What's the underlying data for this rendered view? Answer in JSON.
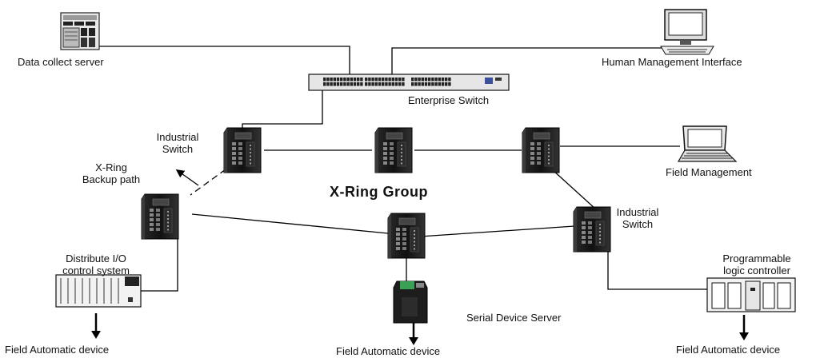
{
  "diagram": {
    "labels": {
      "data_collect_server": "Data collect server",
      "human_management_interface": "Human Management Interface",
      "enterprise_switch": "Enterprise Switch",
      "industrial_switch_left_l1": "Industrial",
      "industrial_switch_left_l2": "Switch",
      "xring_backup_l1": "X-Ring",
      "xring_backup_l2": "Backup path",
      "xring_group": "X-Ring Group",
      "field_management": "Field Management",
      "industrial_switch_right_l1": "Industrial",
      "industrial_switch_right_l2": "Switch",
      "distribute_io_l1": "Distribute I/O",
      "distribute_io_l2": "control system",
      "programmable_l1": "Programmable",
      "programmable_l2": "logic controller",
      "serial_device_server": "Serial Device Server",
      "field_automatic_left": "Field Automatic device",
      "field_automatic_center": "Field Automatic device",
      "field_automatic_right": "Field Automatic device"
    },
    "devices": [
      {
        "id": "data-collect-server",
        "icon": "server-icon"
      },
      {
        "id": "management-pc",
        "icon": "desktop-computer-icon"
      },
      {
        "id": "enterprise-switch",
        "icon": "rack-switch-icon"
      },
      {
        "id": "industrial-switch-1",
        "icon": "industrial-switch-icon"
      },
      {
        "id": "industrial-switch-2",
        "icon": "industrial-switch-icon"
      },
      {
        "id": "industrial-switch-3",
        "icon": "industrial-switch-icon"
      },
      {
        "id": "industrial-switch-4",
        "icon": "industrial-switch-icon"
      },
      {
        "id": "industrial-switch-5",
        "icon": "industrial-switch-icon"
      },
      {
        "id": "industrial-switch-6",
        "icon": "industrial-switch-icon"
      },
      {
        "id": "laptop",
        "icon": "laptop-icon"
      },
      {
        "id": "io-system",
        "icon": "io-rack-icon"
      },
      {
        "id": "plc",
        "icon": "plc-icon"
      },
      {
        "id": "serial-device-server",
        "icon": "serial-server-icon"
      }
    ],
    "colors": {
      "line": "#000000",
      "device_dark": "#1a1a1a",
      "device_light": "#d9d9d9",
      "serial_server_accent": "#3aa055"
    }
  }
}
